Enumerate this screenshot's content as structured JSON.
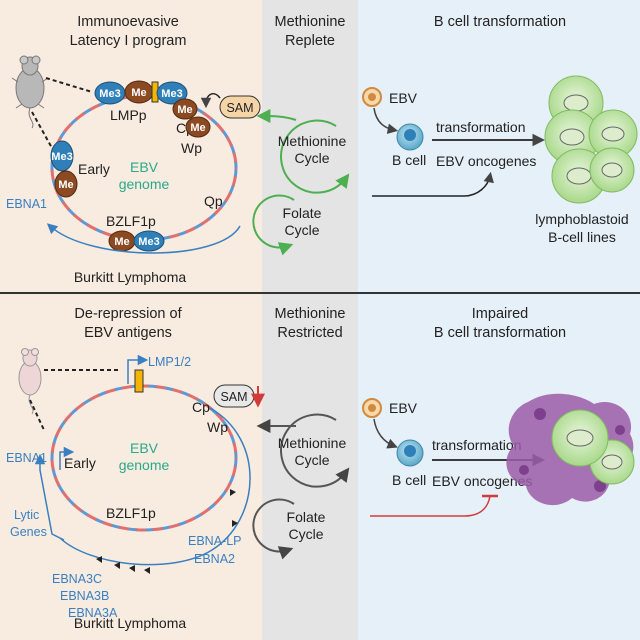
{
  "top": {
    "left_title": [
      "Immunoevasive",
      "Latency I program"
    ],
    "center_title": [
      "Methionine",
      "Replete"
    ],
    "right_title": "B cell transformation",
    "genome_label": [
      "EBV",
      "genome"
    ],
    "markers": {
      "lmpp": "LMPp",
      "cp": "Cp",
      "wp": "Wp",
      "qp": "Qp",
      "bzlf1p": "BZLF1p",
      "early": "Early",
      "ebna1": "EBNA1"
    },
    "me": "Me",
    "me3": "Me3",
    "sam": "SAM",
    "footer": "Burkitt Lymphoma",
    "cycles": {
      "methionine": [
        "Methionine",
        "Cycle"
      ],
      "folate": [
        "Folate",
        "Cycle"
      ]
    },
    "ebv": "EBV",
    "bcell": "B cell",
    "transformation": "transformation",
    "oncogenes": "EBV oncogenes",
    "result": [
      "lymphoblastoid",
      "B-cell lines"
    ]
  },
  "bottom": {
    "left_title": [
      "De-repression of",
      "EBV antigens"
    ],
    "center_title": [
      "Methionine",
      "Restricted"
    ],
    "right_title": [
      "Impaired",
      "B cell transformation"
    ],
    "genome_label": [
      "EBV",
      "genome"
    ],
    "markers": {
      "lmp": "LMP1/2",
      "cp": "Cp",
      "wp": "Wp",
      "bzlf1p": "BZLF1p",
      "early": "Early",
      "ebna1": "EBNA1",
      "lytic": [
        "Lytic",
        "Genes"
      ]
    },
    "ebna_list": [
      "EBNA-LP",
      "EBNA2",
      "EBNA3C",
      "EBNA3B",
      "EBNA3A"
    ],
    "sam": "SAM",
    "footer": "Burkitt Lymphoma",
    "cycles": {
      "methionine": [
        "Methionine",
        "Cycle"
      ],
      "folate": [
        "Folate",
        "Cycle"
      ]
    },
    "ebv": "EBV",
    "bcell": "B cell",
    "transformation": "transformation",
    "oncogenes": "EBV oncogenes"
  },
  "colors": {
    "left_panel": "#f8ece0",
    "center_panel": "#e4e4e4",
    "right_panel": "#e6f0f8",
    "me_brown": "#8b4a22",
    "me3_blue": "#2f7fb8",
    "green": "#4caf50",
    "dark_arrow": "#555555",
    "red": "#d33a3a",
    "dna_red": "#e07070",
    "dna_blue": "#5a9ad8"
  }
}
